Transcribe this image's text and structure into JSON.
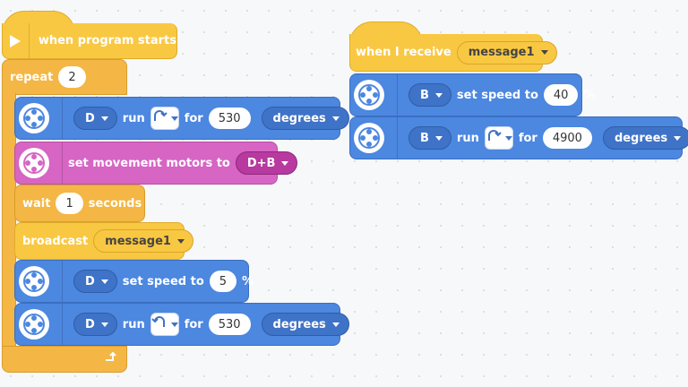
{
  "stack1": {
    "hat_label": "when program starts",
    "repeat_label": "repeat",
    "repeat_count": "2",
    "run1": {
      "port": "D",
      "action": "run",
      "for": "for",
      "value": "530",
      "unit": "degrees"
    },
    "movement": {
      "label": "set movement motors to",
      "ports": "D+B"
    },
    "wait": {
      "label": "wait",
      "value": "1",
      "unit": "seconds"
    },
    "broadcast": {
      "label": "broadcast",
      "message": "message1"
    },
    "speed": {
      "port": "D",
      "label": "set speed to",
      "value": "5",
      "pct": "%"
    },
    "run2": {
      "port": "D",
      "action": "run",
      "for": "for",
      "value": "530",
      "unit": "degrees"
    }
  },
  "stack2": {
    "hat_label": "when I receive",
    "message": "message1",
    "speed": {
      "port": "B",
      "label": "set speed to",
      "value": "40",
      "pct": "%"
    },
    "run": {
      "port": "B",
      "action": "run",
      "for": "for",
      "value": "4900",
      "unit": "degrees"
    }
  },
  "icons": {
    "play": "play-icon",
    "motor": "motor-icon",
    "movement": "movement-motors-icon",
    "clockwise": "clockwise-arrow-icon",
    "counterclockwise": "counterclockwise-arrow-icon",
    "loop": "loop-arrow-icon"
  },
  "colors": {
    "events": "#f9c842",
    "control": "#f4b644",
    "motors": "#4c87e0",
    "movement": "#d665c4"
  }
}
